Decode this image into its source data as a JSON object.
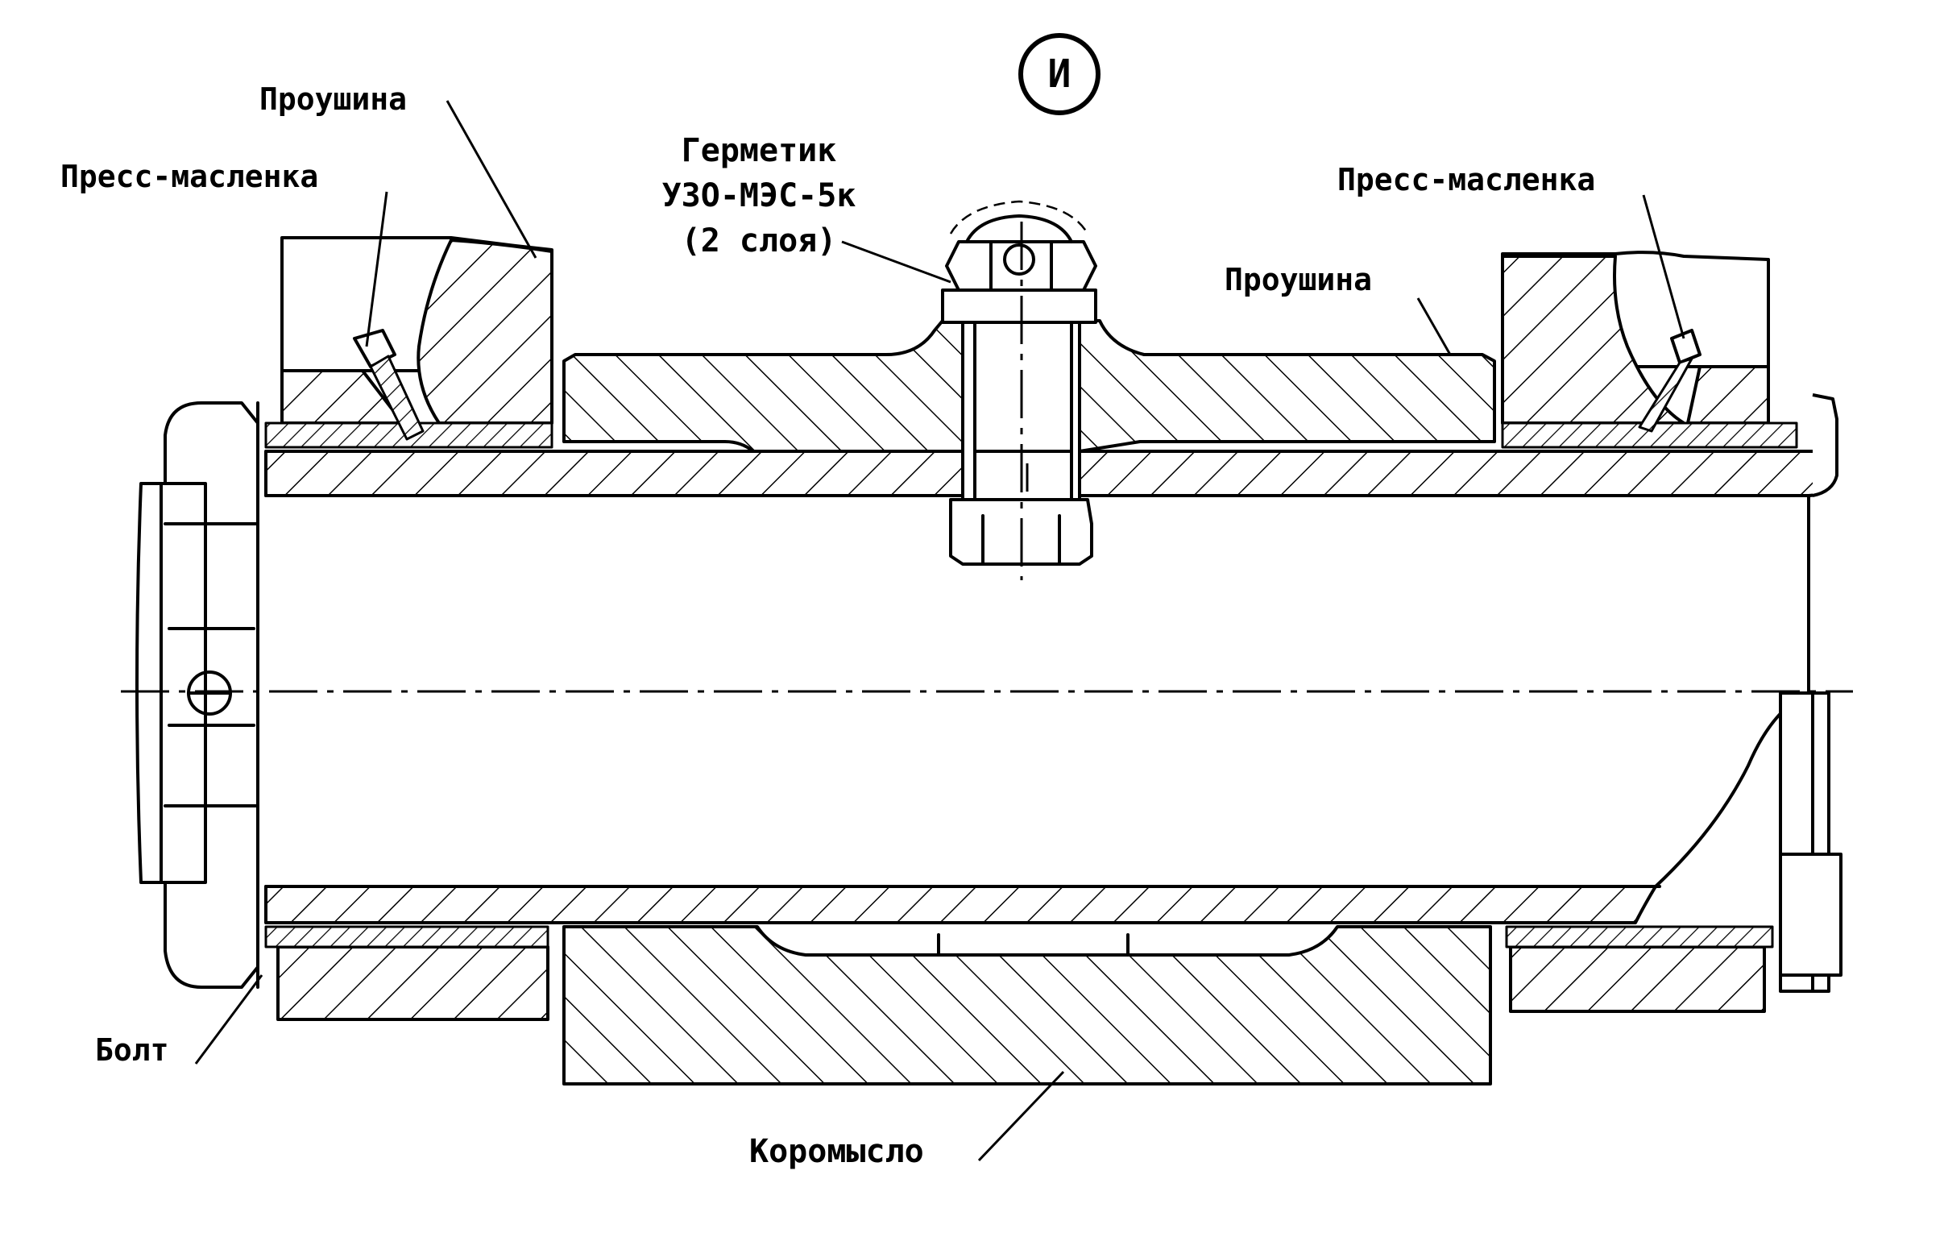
{
  "figure": {
    "view_marker": "И",
    "labels": {
      "eye_top_left": "Проушина",
      "grease_fitting_left": "Пресс-масленка",
      "sealant_line1": "Герметик",
      "sealant_line2": "УЗО-МЭС-5к",
      "sealant_line3": "(2 слоя)",
      "grease_fitting_right": "Пресс-масленка",
      "eye_right": "Проушина",
      "bolt": "Болт",
      "rocker": "Коромысло"
    }
  }
}
